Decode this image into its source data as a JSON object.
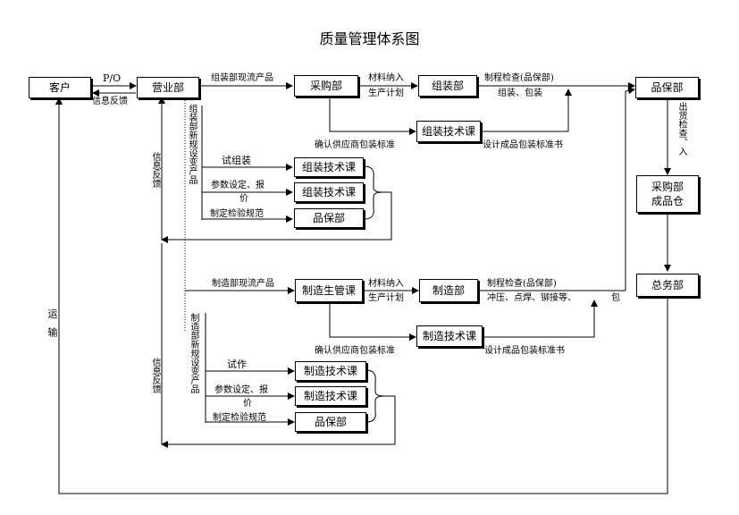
{
  "title": "质量管理体系图",
  "boxes": {
    "customer": "客户",
    "sales": "营业部",
    "purchasing": "采购部",
    "assembly": "组装部",
    "qa": "品保部",
    "assembly_tech": "组装技术课",
    "at1": "组装技术课",
    "at2": "组装技术课",
    "qa2": "品保部",
    "warehouse": "采购部成品仓",
    "general": "总务部",
    "prod_mgmt": "制造生管课",
    "manufacturing": "制造部",
    "mfg_tech": "制造技术课",
    "mt1": "制造技术课",
    "mt2": "制造技术课",
    "qa3": "品保部"
  },
  "labels": {
    "po": "P/O",
    "feedback_top": "信息反馈",
    "asm_existing": "组装部现流产品",
    "material_in_1": "材料纳入",
    "prod_plan_1": "生产计划",
    "process_check_1": "制程检查(品保部)",
    "assembly_pack": "组装、包装",
    "confirm_pack_1": "确认供应商包装标准",
    "design_pack_1": "设计成品包装标准书",
    "asm_new": "组装部新规设变产品",
    "trial_assembly": "试组装",
    "param_quote_1": "参数设定、报",
    "param_quote_1b": "价",
    "inspect_spec_1": "制定检验规范",
    "feedback_left_1": "信息反馈",
    "out_inspect": "出货检查、入",
    "mfg_existing": "制造部现流产品",
    "material_in_2": "材料纳入",
    "prod_plan_2": "生产计划",
    "process_check_2": "制程检查(品保部)",
    "mfg_ops": "冲压、点焊、铆接等、",
    "pack_char": "包",
    "confirm_pack_2": "确认供应商包装标准",
    "design_pack_2": "设计成品包装标准书",
    "mfg_new": "制造部新规设变产品",
    "trial": "试作",
    "param_quote_2": "参数设定、报",
    "param_quote_2b": "价",
    "inspect_spec_2": "制定检验规范",
    "feedback_left_2": "信息反馈",
    "transport": "运输"
  }
}
